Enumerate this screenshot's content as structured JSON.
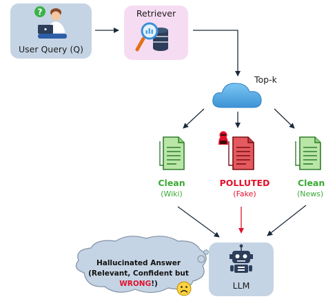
{
  "user_query": {
    "label": "User Query (Q)"
  },
  "retriever": {
    "label": "Retriever"
  },
  "top_k": {
    "label": "Top-k"
  },
  "docs": [
    {
      "title": "Clean",
      "subtitle": "(Wiki)"
    },
    {
      "title": "POLLUTED",
      "subtitle": "(Fake)"
    },
    {
      "title": "Clean",
      "subtitle": "(News)"
    }
  ],
  "llm": {
    "label": "LLM"
  },
  "hallucination": {
    "line1": "Hallucinated Answer",
    "line2": "(Relevant, Confident but",
    "line3_word": "WRONG",
    "line3_tail": "!)"
  },
  "colors": {
    "clean_green": "#3aa935",
    "polluted_red": "#e0112b",
    "user_box": "#c5d4e4",
    "retriever_box": "#f6dcf2",
    "llm_box": "#c5d4e4",
    "cloud_blue": "#5aaee6"
  }
}
